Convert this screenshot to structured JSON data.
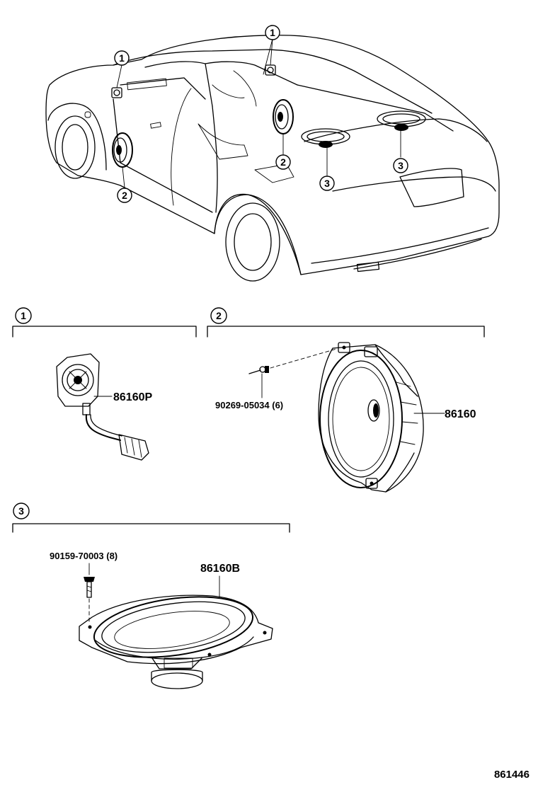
{
  "callouts": {
    "front_door": "1",
    "front_tweeter_left": "1",
    "front_speaker": "2",
    "rear_speaker": "3"
  },
  "car_callouts": [
    "1",
    "1",
    "2",
    "2",
    "3",
    "3"
  ],
  "sections": [
    {
      "id": "1",
      "parts": [
        {
          "number": "86160P"
        }
      ]
    },
    {
      "id": "2",
      "parts": [
        {
          "number": "86160"
        },
        {
          "number": "90269-05034 (6)"
        }
      ]
    },
    {
      "id": "3",
      "parts": [
        {
          "number": "86160B"
        },
        {
          "number": "90159-70003 (8)"
        }
      ]
    }
  ],
  "drawing_number": "861446"
}
